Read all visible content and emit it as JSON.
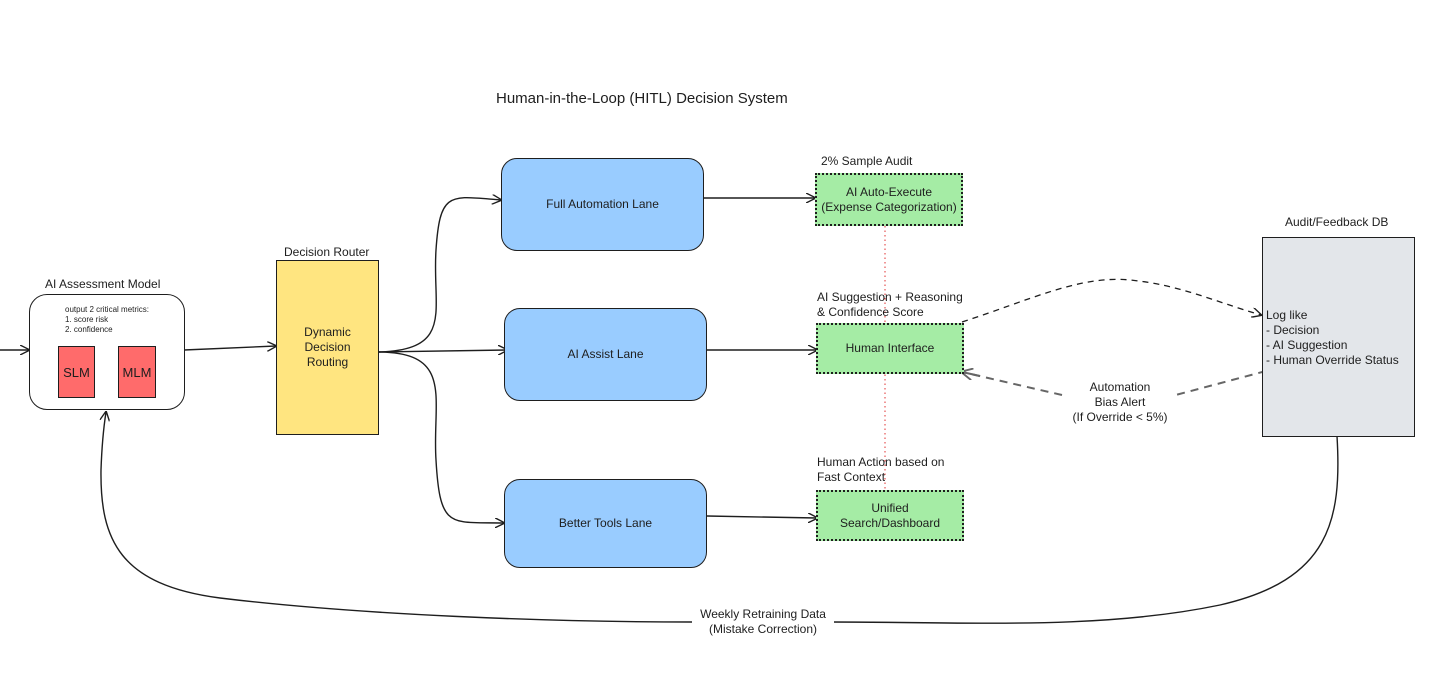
{
  "title": "Human-in-the-Loop (HITL) Decision System",
  "assessment": {
    "label": "AI Assessment Model",
    "metrics": "output 2 critical metrics:\n1. score risk\n2. confidence",
    "slm": "SLM",
    "mlm": "MLM"
  },
  "router": {
    "label": "Decision Router",
    "text": "Dynamic\nDecision\nRouting"
  },
  "lanes": {
    "full": "Full Automation Lane",
    "assist": "AI Assist Lane",
    "tools": "Better Tools Lane"
  },
  "outcomes": {
    "auto_label": "2% Sample Audit",
    "auto_text": "AI Auto-Execute\n(Expense Categorization)",
    "human_label": "AI Suggestion + Reasoning\n& Confidence Score",
    "human_text": "Human Interface",
    "search_label": "Human Action based on\nFast Context",
    "search_text": "Unified\nSearch/Dashboard"
  },
  "db": {
    "label": "Audit/Feedback DB",
    "text": "Log like\n- Decision\n- AI Suggestion\n- Human Override Status"
  },
  "edges": {
    "bias_alert": "Automation\nBias Alert\n(If Override < 5%)",
    "retraining": "Weekly Retraining Data\n(Mistake Correction)"
  }
}
